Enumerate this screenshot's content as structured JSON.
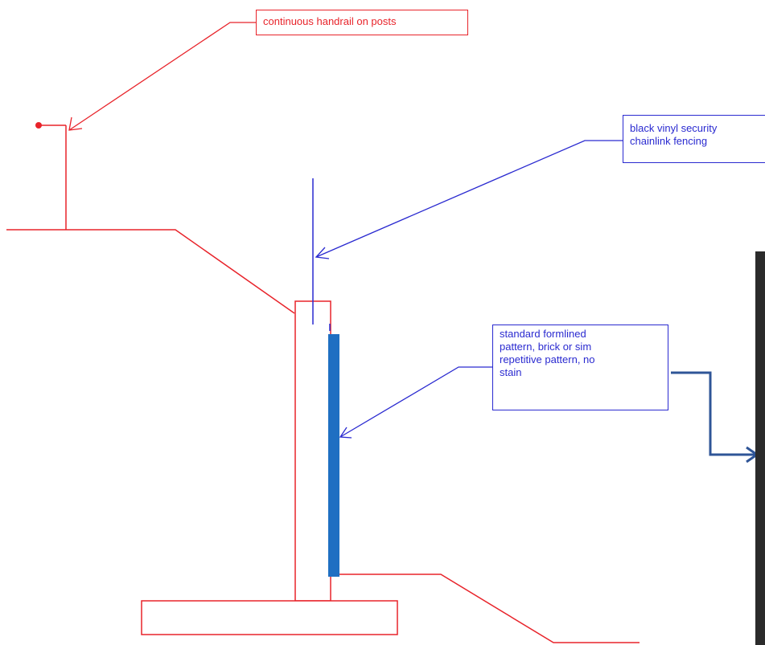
{
  "callouts": {
    "handrail": {
      "lines": [
        "continuous handrail on posts"
      ],
      "color": "#e8232a"
    },
    "fence": {
      "lines": [
        "black vinyl security",
        "chainlink fencing"
      ],
      "color": "#2a2ad0"
    },
    "formliner": {
      "lines": [
        "standard formlined",
        "pattern, brick or sim",
        "repetitive pattern, no",
        "stain"
      ],
      "color": "#2a2ad0"
    }
  },
  "colors": {
    "section_lines": "#e8232a",
    "leader_blue": "#2a2ad0",
    "formliner_surface": "#1f6fc2",
    "photo_arrow": "#2f5597",
    "photo_edge": "#2b2b2b"
  }
}
